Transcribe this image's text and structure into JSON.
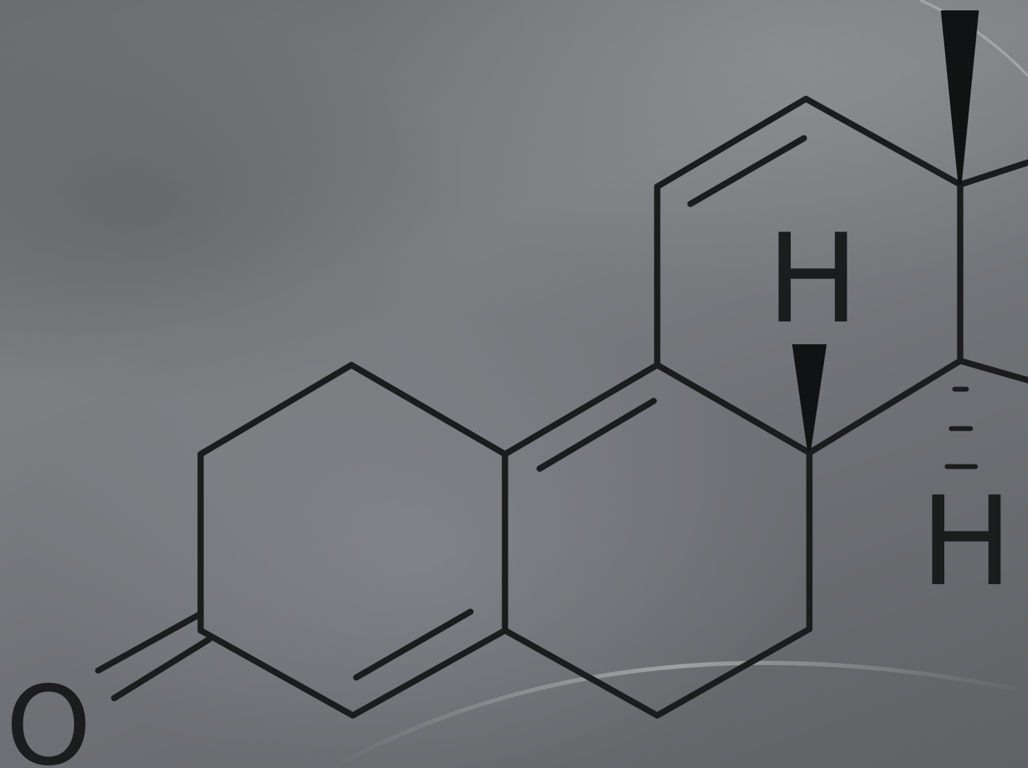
{
  "molecule": {
    "atom_labels": {
      "oxygen": "O",
      "hydrogen_upper": "H",
      "hydrogen_lower": "H"
    }
  }
}
